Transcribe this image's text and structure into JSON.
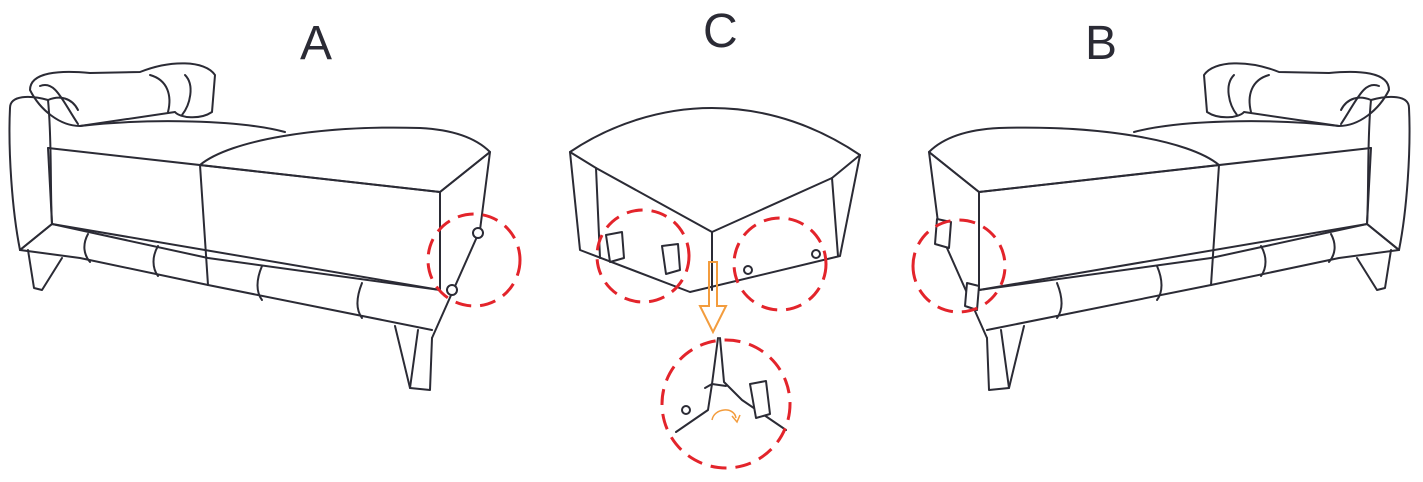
{
  "labels": {
    "a": "A",
    "c": "C",
    "b": "B"
  },
  "colors": {
    "outline": "#2b2b35",
    "highlight_circle": "#e3242b",
    "arrow": "#f39c3d"
  },
  "icons": {
    "down_arrow": "arrow-down-icon",
    "rotate": "rotate-arrow-icon"
  }
}
